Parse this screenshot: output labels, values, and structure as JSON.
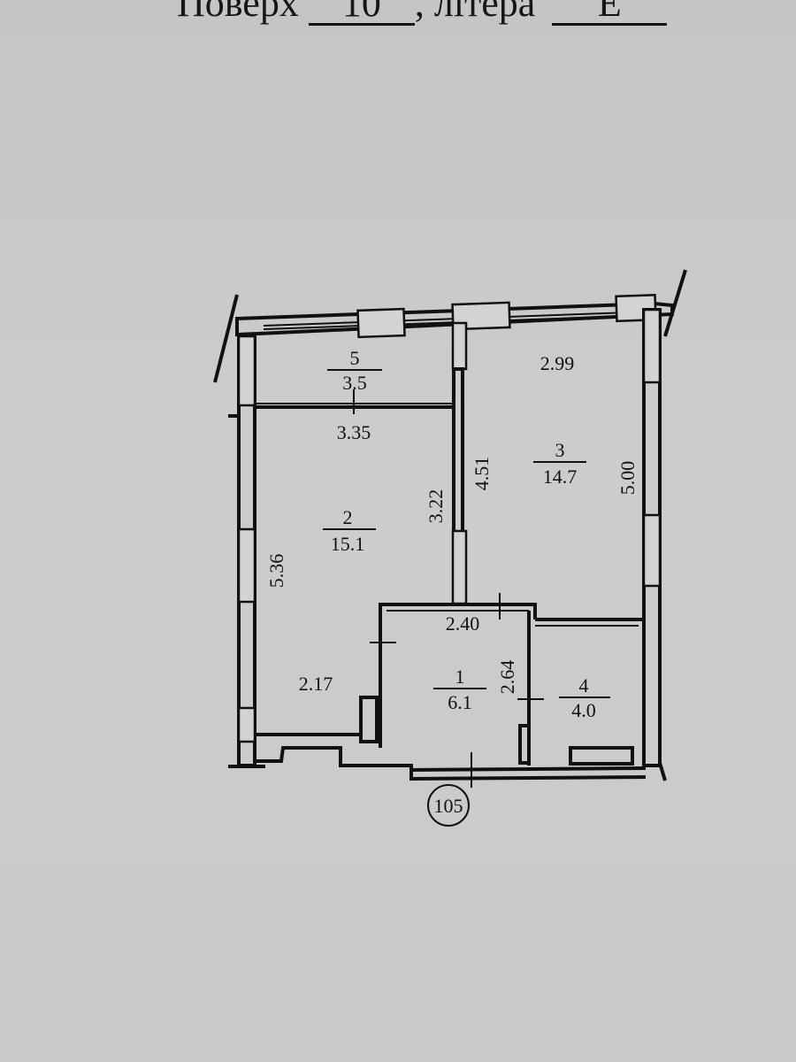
{
  "header": {
    "floor_label": "Поверх",
    "floor_value": "10",
    "separator": ",",
    "letter_label": "літера",
    "letter_value": "Е"
  },
  "rooms": [
    {
      "number": "1",
      "area": "6.1"
    },
    {
      "number": "2",
      "area": "15.1"
    },
    {
      "number": "3",
      "area": "14.7"
    },
    {
      "number": "4",
      "area": "4.0"
    },
    {
      "number": "5",
      "area": "3.5"
    }
  ],
  "dimensions": {
    "d335": "3.35",
    "d299": "2.99",
    "d451": "4.51",
    "d500": "5.00",
    "d322": "3.22",
    "d536": "5.36",
    "d240": "2.40",
    "d217": "2.17",
    "d264": "2.64"
  },
  "apartment_number": "105"
}
